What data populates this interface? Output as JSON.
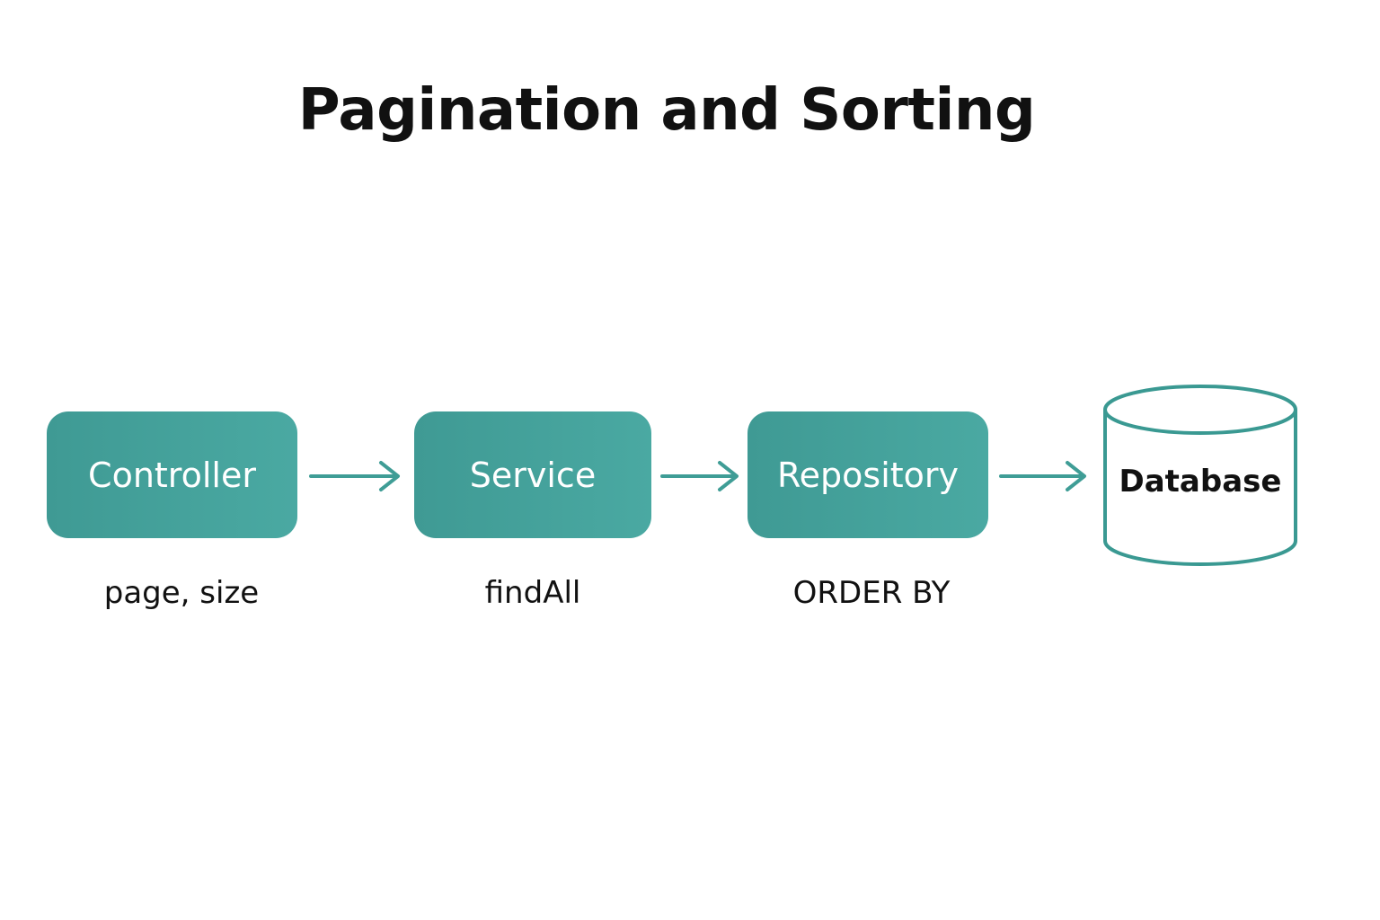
{
  "title": "Pagination and Sorting",
  "colors": {
    "box_fill_start": "#3f9a94",
    "box_fill_end": "#4aa9a2",
    "arrow": "#3f9d96",
    "db_stroke": "#3a9992",
    "text_dark": "#111111",
    "text_light": "#ffffff"
  },
  "nodes": [
    {
      "id": "controller",
      "label": "Controller",
      "note": "page, size"
    },
    {
      "id": "service",
      "label": "Service",
      "note": "findAll"
    },
    {
      "id": "repository",
      "label": "Repository",
      "note": "ORDER BY"
    },
    {
      "id": "database",
      "label": "Database",
      "note": ""
    }
  ],
  "edges": [
    {
      "from": "controller",
      "to": "service"
    },
    {
      "from": "service",
      "to": "repository"
    },
    {
      "from": "repository",
      "to": "database"
    }
  ]
}
